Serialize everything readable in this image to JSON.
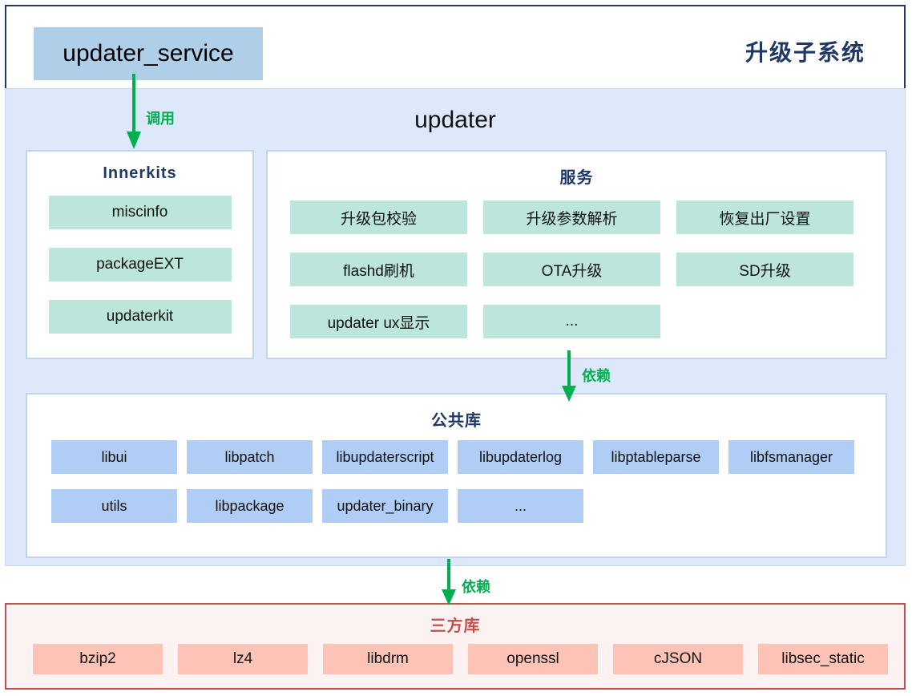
{
  "diagram": {
    "title": "升级子系统",
    "entry_box": "updater_service",
    "panel_title": "updater"
  },
  "arrows": [
    {
      "label": "调用",
      "color": "#00B050",
      "from": "updater_service",
      "to": "Innerkits"
    },
    {
      "label": "依赖",
      "color": "#00B050",
      "from": "服务",
      "to": "公共库"
    },
    {
      "label": "依赖",
      "color": "#00B050",
      "from": "公共库",
      "to": "三方库"
    }
  ],
  "innerkits": {
    "title": "Innerkits",
    "items": [
      "miscinfo",
      "packageEXT",
      "updaterkit"
    ]
  },
  "services": {
    "title": "服务",
    "items": [
      "升级包校验",
      "升级参数解析",
      "恢复出厂设置",
      "flashd刷机",
      "OTA升级",
      "SD升级",
      "updater ux显示",
      "..."
    ]
  },
  "common_lib": {
    "title": "公共库",
    "items": [
      "libui",
      "libpatch",
      "libupdaterscript",
      "libupdaterlog",
      "libptableparse",
      "libfsmanager",
      "utils",
      "libpackage",
      "updater_binary",
      "..."
    ]
  },
  "third_party": {
    "title": "三方库",
    "items": [
      "bzip2",
      "lz4",
      "libdrm",
      "openssl",
      "cJSON",
      "libsec_static"
    ]
  },
  "colors": {
    "frame_border": "#1F3864",
    "entry_box_bg": "#AFCFE9",
    "updater_panel_bg": "#DEE8FB",
    "card_border": "#BDD5F5",
    "teal_chip": "#BCE6DB",
    "blue_chip": "#B0CDF5",
    "pink_chip": "#FCC3B6",
    "third_party_border": "#C0504D",
    "arrow_green": "#00B050"
  }
}
